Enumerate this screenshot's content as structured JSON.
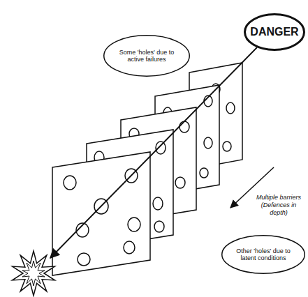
{
  "diagram": {
    "nodes": [
      {
        "text": [
          "DANGER"
        ]
      },
      {
        "text": [
          "Some 'holes' due to active failures"
        ]
      },
      {
        "text": [
          "Other 'holes' due to latent conditions"
        ]
      }
    ],
    "labels": [
      "Multiple barriers (Defences in depth)"
    ]
  }
}
